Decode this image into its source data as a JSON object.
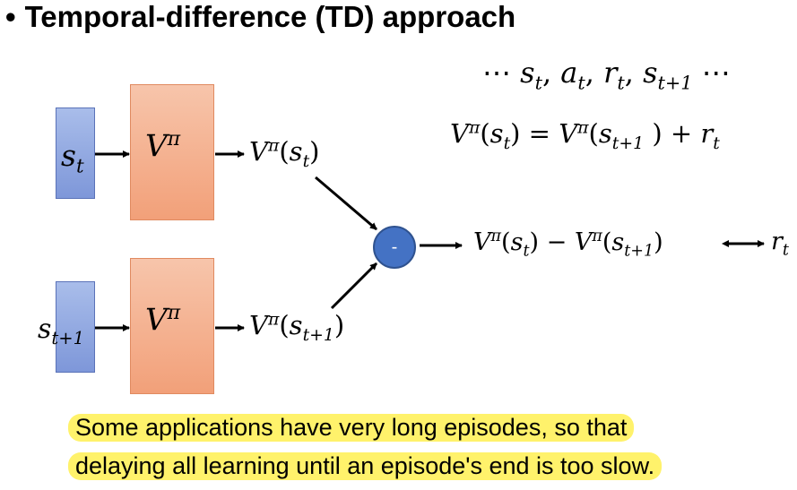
{
  "title": {
    "bullet": "•",
    "text": "Temporal-difference (TD) approach"
  },
  "sequence": {
    "prefix": "⋯ ",
    "s": "s",
    "t": "t",
    "a": "a",
    "r": "r",
    "t1": "t+1",
    "suffix": " ⋯"
  },
  "equation": {
    "V": "V",
    "pi": "π",
    "s": "s",
    "t": "t",
    "t1": "t+1",
    "r": "r"
  },
  "upper_branch": {
    "input_s": "s",
    "input_sub": "t",
    "model_V": "V",
    "model_pi": "π"
  },
  "lower_branch": {
    "input_s": "s",
    "input_sub": "t+1",
    "model_V": "V",
    "model_pi": "π"
  },
  "minus_node": {
    "label": "-"
  },
  "difference": {
    "V": "V",
    "pi": "π",
    "s": "s",
    "t": "t",
    "t1": "t+1",
    "r": "r"
  },
  "caption": {
    "line1": "Some applications have very long episodes, so that",
    "line2": "delaying all learning until an episode's end is too slow."
  },
  "colors": {
    "state_box": "#8da4df",
    "v_box": "#f4b08d",
    "minus_node": "#4472c4",
    "highlight": "#fff26b"
  }
}
